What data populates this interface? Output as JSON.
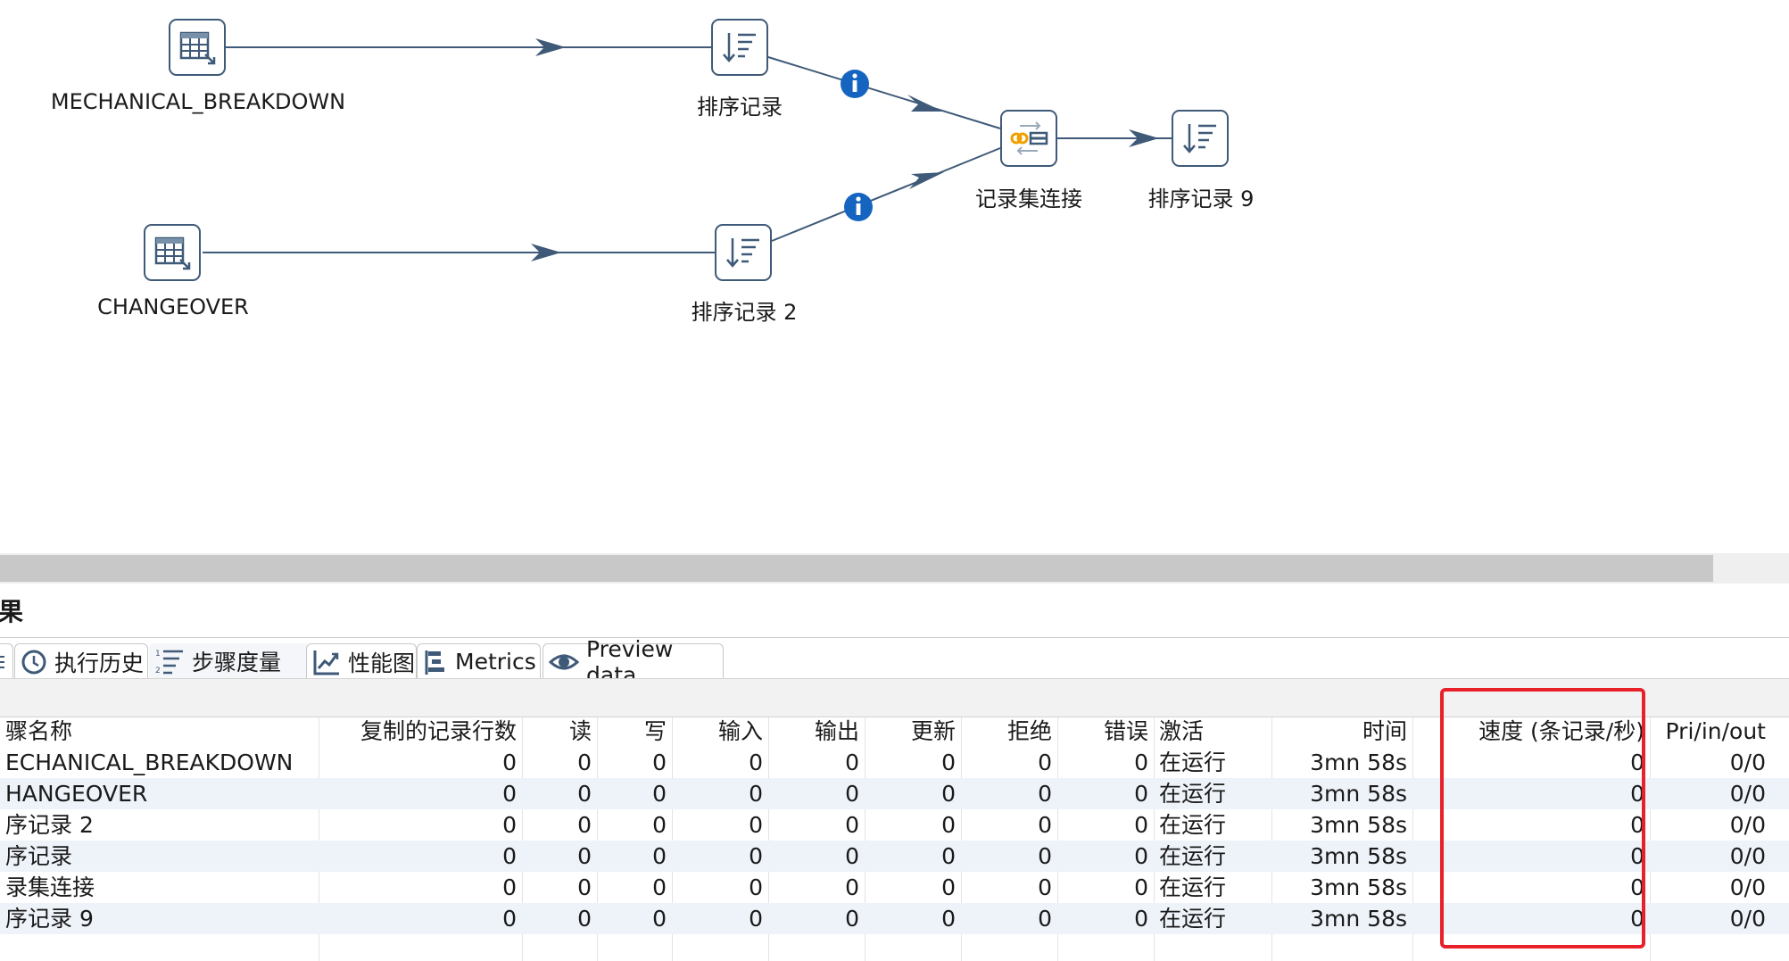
{
  "canvas": {
    "nodes": [
      {
        "id": "mech",
        "label": "MECHANICAL_BREAKDOWN",
        "icon": "table-input-icon"
      },
      {
        "id": "sort1",
        "label": "排序记录",
        "icon": "sort-rows-icon"
      },
      {
        "id": "join",
        "label": "记录集连接",
        "icon": "merge-join-icon"
      },
      {
        "id": "sort9",
        "label": "排序记录 9",
        "icon": "sort-rows-icon"
      },
      {
        "id": "chg",
        "label": "CHANGEOVER",
        "icon": "table-input-icon"
      },
      {
        "id": "sort2",
        "label": "排序记录 2",
        "icon": "sort-rows-icon"
      }
    ],
    "hop_info_icon": "info-icon"
  },
  "results": {
    "title": "果",
    "tabs": [
      {
        "label": "",
        "icon": "log-icon"
      },
      {
        "label": "执行历史",
        "icon": "history-icon"
      },
      {
        "label": "步骤度量",
        "icon": "step-metrics-icon",
        "active": true
      },
      {
        "label": "性能图",
        "icon": "performance-chart-icon"
      },
      {
        "label": "Metrics",
        "icon": "metrics-icon"
      },
      {
        "label": "Preview data",
        "icon": "eye-icon"
      }
    ]
  },
  "table": {
    "headers": [
      "骤名称",
      "复制的记录行数",
      "读",
      "写",
      "输入",
      "输出",
      "更新",
      "拒绝",
      "错误",
      "激活",
      "时间",
      "速度 (条记录/秒)",
      "Pri/in/out"
    ],
    "rows": [
      [
        "ECHANICAL_BREAKDOWN",
        "0",
        "0",
        "0",
        "0",
        "0",
        "0",
        "0",
        "0",
        "在运行",
        "3mn 58s",
        "0",
        "0/0"
      ],
      [
        "HANGEOVER",
        "0",
        "0",
        "0",
        "0",
        "0",
        "0",
        "0",
        "0",
        "在运行",
        "3mn 58s",
        "0",
        "0/0"
      ],
      [
        "序记录 2",
        "0",
        "0",
        "0",
        "0",
        "0",
        "0",
        "0",
        "0",
        "在运行",
        "3mn 58s",
        "0",
        "0/0"
      ],
      [
        "序记录",
        "0",
        "0",
        "0",
        "0",
        "0",
        "0",
        "0",
        "0",
        "在运行",
        "3mn 58s",
        "0",
        "0/0"
      ],
      [
        "录集连接",
        "0",
        "0",
        "0",
        "0",
        "0",
        "0",
        "0",
        "0",
        "在运行",
        "3mn 58s",
        "0",
        "0/0"
      ],
      [
        "序记录 9",
        "0",
        "0",
        "0",
        "0",
        "0",
        "0",
        "0",
        "0",
        "在运行",
        "3mn 58s",
        "0",
        "0/0"
      ]
    ]
  },
  "colors": {
    "highlight": "#e8202a",
    "hop": "#3f5a78",
    "info": "#1565c0",
    "row_alt": "#eef3f9"
  }
}
